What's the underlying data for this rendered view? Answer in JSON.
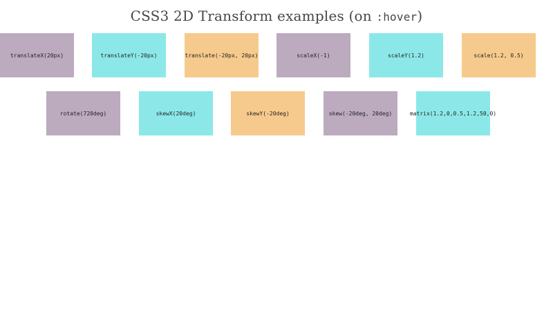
{
  "page": {
    "title_prefix": "CSS3 2D Transform examples (on ",
    "title_code": ":hover",
    "title_suffix": ")"
  },
  "colors": {
    "background": "#ffffff",
    "mauve": "#bcaabf",
    "cyan": "#8ce8e8",
    "orange": "#f6ca8c",
    "title_text": "#4b4542",
    "label_text": "#1f1f1f"
  },
  "rows": [
    {
      "boxes": [
        {
          "label": "translateX(20px)",
          "color": "mauve"
        },
        {
          "label": "translateY(-20px)",
          "color": "cyan"
        },
        {
          "label": "translate(-20px, 20px)",
          "color": "orange"
        },
        {
          "label": "scaleX(-1)",
          "color": "mauve"
        },
        {
          "label": "scaleY(1.2)",
          "color": "cyan"
        },
        {
          "label": "scale(1.2, 0.5)",
          "color": "orange"
        }
      ]
    },
    {
      "boxes": [
        {
          "label": "rotate(720deg)",
          "color": "mauve"
        },
        {
          "label": "skewX(20deg)",
          "color": "cyan"
        },
        {
          "label": "skewY(-20deg)",
          "color": "orange"
        },
        {
          "label": "skew(-20deg, 20deg)",
          "color": "mauve"
        },
        {
          "label": "matrix(1.2,0,0.5,1.2,50,0)",
          "color": "cyan"
        }
      ]
    }
  ]
}
